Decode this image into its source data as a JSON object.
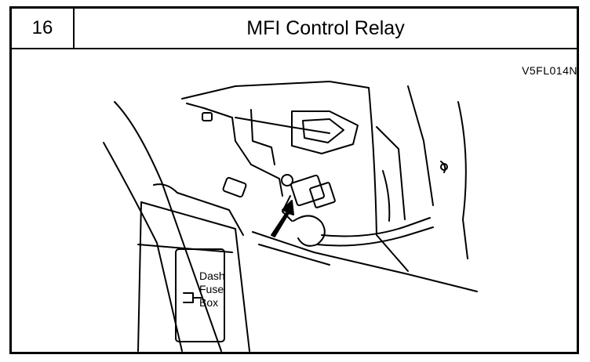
{
  "header": {
    "number": "16",
    "title": "MFI Control Relay"
  },
  "figure_code": "V5FL014N",
  "callouts": {
    "fuse_box": [
      "Dash",
      "Fuse",
      "Box"
    ]
  }
}
